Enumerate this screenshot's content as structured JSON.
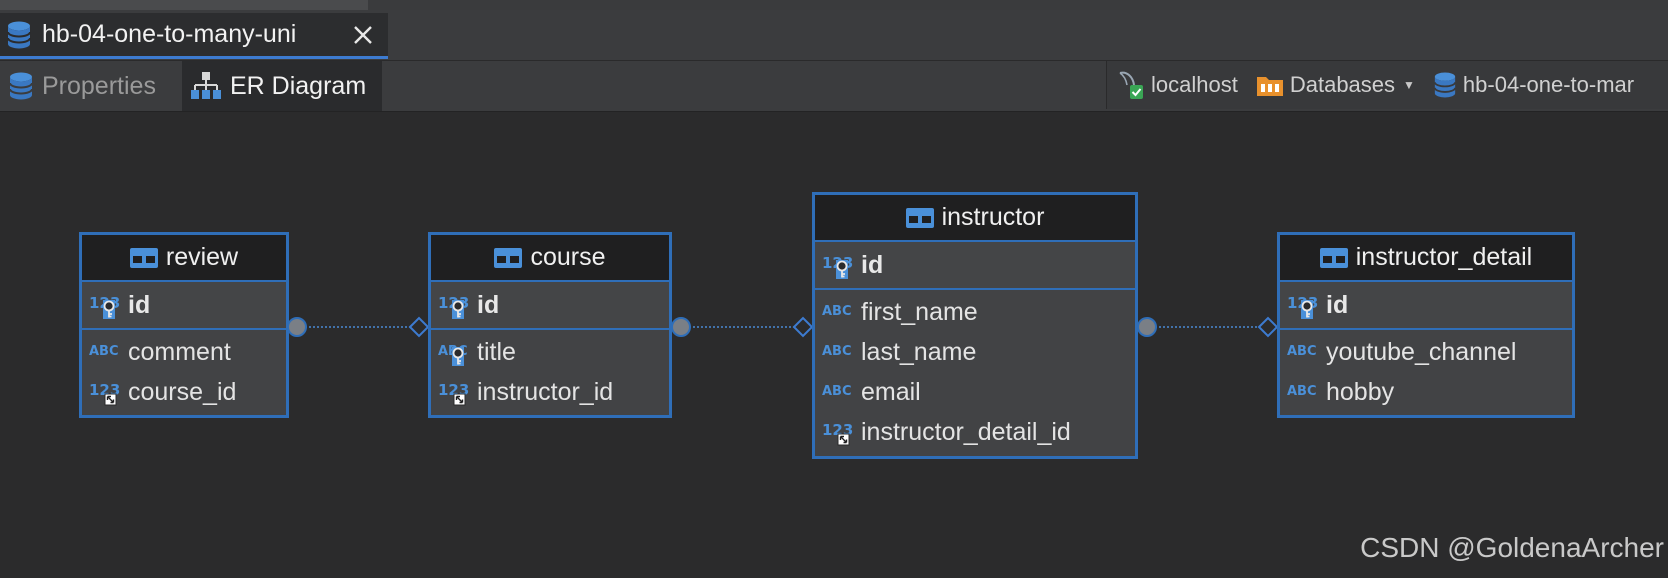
{
  "editor_tab": {
    "title": "hb-04-one-to-many-uni",
    "icon": "database-icon"
  },
  "subtabs": {
    "properties": "Properties",
    "er_diagram": "ER Diagram"
  },
  "breadcrumb": {
    "host": "localhost",
    "databases": "Databases",
    "schema": "hb-04-one-to-mar"
  },
  "entities": {
    "review": {
      "name": "review",
      "pk": {
        "type": "123",
        "name": "id"
      },
      "columns": [
        {
          "type": "ABC",
          "name": "comment"
        },
        {
          "type": "123",
          "name": "course_id"
        }
      ]
    },
    "course": {
      "name": "course",
      "pk": {
        "type": "123",
        "name": "id"
      },
      "columns": [
        {
          "type": "ABC",
          "name": "title"
        },
        {
          "type": "123",
          "name": "instructor_id"
        }
      ]
    },
    "instructor": {
      "name": "instructor",
      "pk": {
        "type": "123",
        "name": "id"
      },
      "columns": [
        {
          "type": "ABC",
          "name": "first_name"
        },
        {
          "type": "ABC",
          "name": "last_name"
        },
        {
          "type": "ABC",
          "name": "email"
        },
        {
          "type": "123",
          "name": "instructor_detail_id"
        }
      ]
    },
    "instructor_detail": {
      "name": "instructor_detail",
      "pk": {
        "type": "123",
        "name": "id"
      },
      "columns": [
        {
          "type": "ABC",
          "name": "youtube_channel"
        },
        {
          "type": "ABC",
          "name": "hobby"
        }
      ]
    }
  },
  "watermark": "CSDN @GoldenaArcher",
  "colors": {
    "accent": "#2f6eb8",
    "tab_underline": "#3d7bd0",
    "type_icon": "#4a90d9"
  }
}
